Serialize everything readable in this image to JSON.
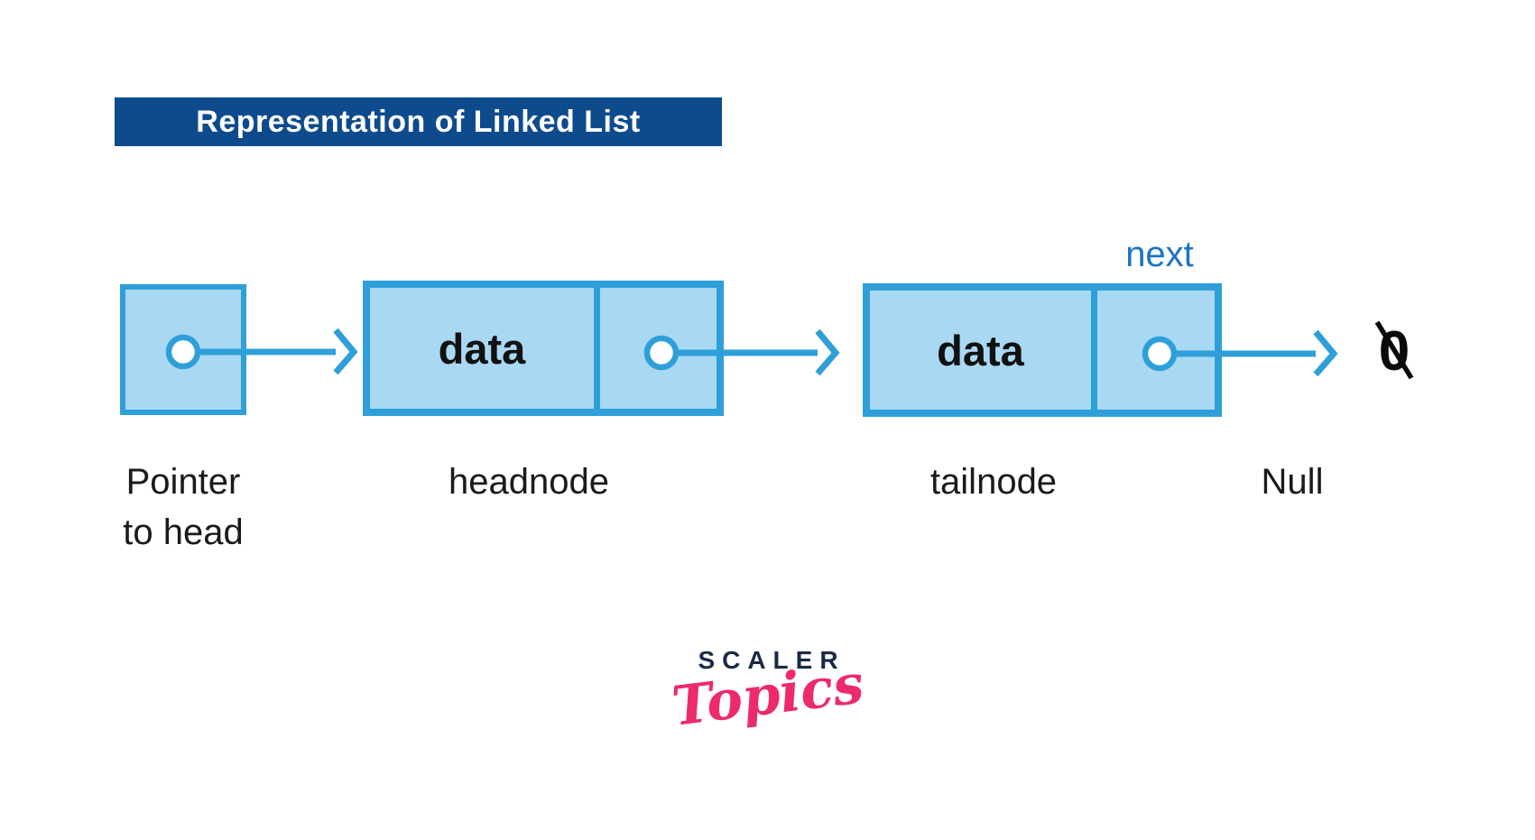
{
  "title": {
    "label": "Representation of Linked List"
  },
  "colors": {
    "banner_bg": "#0E4B8D",
    "banner_text": "#FFFFFF",
    "node_fill": "#A9D8F3",
    "node_border": "#2E9FD9",
    "arrow": "#2E9FD9",
    "next_label_color": "#1B74C5",
    "label_text": "#1A1A1A",
    "null_symbol_color": "#0B0B0B",
    "logo_navy": "#1B2A44",
    "logo_pink": "#EC2A6C"
  },
  "diagram": {
    "head_pointer": {
      "label_line1": "Pointer",
      "label_line2": "to head"
    },
    "head_node": {
      "data": "data",
      "label": "headnode"
    },
    "tail_node": {
      "data": "data",
      "label": "tailnode",
      "pointer_field_label": "next"
    },
    "null_terminator": {
      "symbol": "0",
      "label": "Null"
    }
  },
  "logo": {
    "brand": "SCALER",
    "sub_brand": "Topics"
  }
}
